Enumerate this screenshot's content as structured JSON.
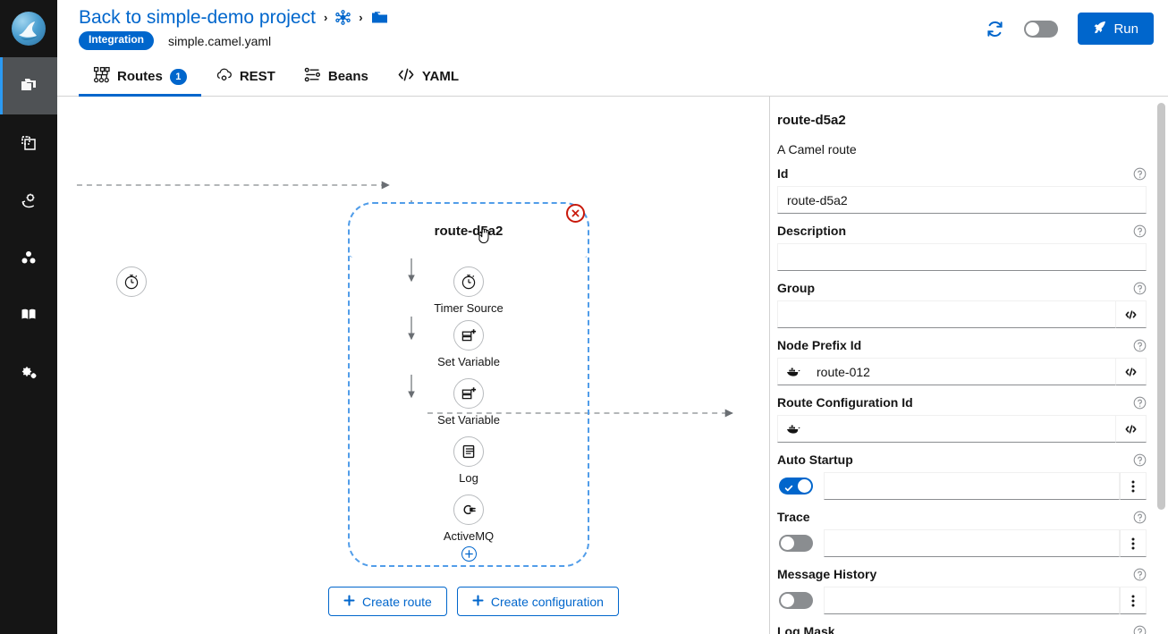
{
  "window": {
    "logo_icon": "camel-logo-icon"
  },
  "sidebar": {
    "items": [
      {
        "name": "sidebar-item-files",
        "icon": "files-icon",
        "active": true
      },
      {
        "name": "sidebar-item-templates",
        "icon": "template-icon",
        "active": false
      },
      {
        "name": "sidebar-item-integrations",
        "icon": "integration-gear-icon",
        "active": false
      },
      {
        "name": "sidebar-item-topology",
        "icon": "cluster-icon",
        "active": false
      },
      {
        "name": "sidebar-item-docs",
        "icon": "book-icon",
        "active": false
      },
      {
        "name": "sidebar-item-settings",
        "icon": "gears-icon",
        "active": false
      }
    ]
  },
  "header": {
    "back_link": "Back to simple-demo project",
    "separator": "›",
    "project_icon": "project-topology-icon",
    "folder_icon": "folder-icon",
    "badge": "Integration",
    "filename": "simple.camel.yaml",
    "refresh_icon": "refresh-icon",
    "toggle": {
      "name": "dev-mode-toggle",
      "on": false
    },
    "run_label": "Run",
    "run_icon": "rocket-icon",
    "accent_color": "#0066cc"
  },
  "tabs": [
    {
      "label": "Routes",
      "icon": "routes-icon",
      "count": "1",
      "active": true
    },
    {
      "label": "REST",
      "icon": "rest-cloud-icon",
      "count": "",
      "active": false
    },
    {
      "label": "Beans",
      "icon": "beans-icon",
      "count": "",
      "active": false
    },
    {
      "label": "YAML",
      "icon": "yaml-code-icon",
      "count": "",
      "active": false
    }
  ],
  "canvas": {
    "route_title": "route-d5a2",
    "close_icon": "close-circle-icon",
    "add_step_icon": "plus-circle-icon",
    "nodes": [
      {
        "label": "Timer Source",
        "icon": "timer-icon"
      },
      {
        "label": "Set Variable",
        "icon": "set-variable-icon"
      },
      {
        "label": "Set Variable",
        "icon": "set-variable-icon"
      },
      {
        "label": "Log",
        "icon": "log-icon"
      },
      {
        "label": "ActiveMQ",
        "icon": "plug-icon"
      }
    ],
    "left_endpoint_icon": "timer-endpoint-icon",
    "right_endpoint_icon": "activemq-artemis-icon",
    "buttons": [
      {
        "label": "Create route",
        "icon": "plus-icon"
      },
      {
        "label": "Create configuration",
        "icon": "plus-icon"
      }
    ],
    "route_border_color": "#519de9"
  },
  "panel": {
    "title": "route-d5a2",
    "description": "A Camel route",
    "fields": [
      {
        "label": "Id",
        "value": "route-d5a2",
        "type": "text",
        "help": "help-icon"
      },
      {
        "label": "Description",
        "value": "",
        "type": "text",
        "help": "help-icon"
      },
      {
        "label": "Group",
        "value": "",
        "type": "expr",
        "help": "help-icon",
        "expr_icon": "code-icon"
      },
      {
        "label": "Node Prefix Id",
        "value": "route-012",
        "type": "expr-prefix",
        "help": "help-icon",
        "prefix_icon": "docker-whale-icon",
        "expr_icon": "code-icon"
      },
      {
        "label": "Route Configuration Id",
        "value": "",
        "type": "expr-prefix",
        "help": "help-icon",
        "prefix_icon": "docker-whale-icon",
        "expr_icon": "code-icon"
      },
      {
        "label": "Auto Startup",
        "value": "",
        "type": "switch",
        "on": true,
        "help": "help-icon",
        "kebab_icon": "kebab-icon"
      },
      {
        "label": "Trace",
        "value": "",
        "type": "switch",
        "on": false,
        "help": "help-icon",
        "kebab_icon": "kebab-icon"
      },
      {
        "label": "Message History",
        "value": "",
        "type": "switch",
        "on": false,
        "help": "help-icon",
        "kebab_icon": "kebab-icon"
      },
      {
        "label": "Log Mask",
        "value": "",
        "type": "label-only",
        "help": "help-icon"
      }
    ],
    "scrollbar": {
      "name": "panel-scrollbar"
    }
  }
}
